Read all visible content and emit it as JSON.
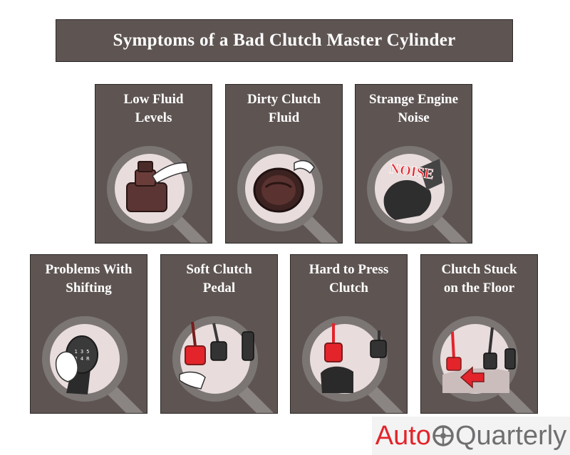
{
  "title": "Symptoms of a Bad Clutch Master Cylinder",
  "cards": [
    {
      "line1": "Low Fluid",
      "line2": "Levels",
      "icon": "fluid-reservoir-icon"
    },
    {
      "line1": "Dirty Clutch",
      "line2": "Fluid",
      "icon": "dirty-fluid-icon"
    },
    {
      "line1": "Strange Engine",
      "line2": "Noise",
      "icon": "engine-noise-icon",
      "overlay_text": "NOISE"
    },
    {
      "line1": "Problems With",
      "line2": "Shifting",
      "icon": "gear-shifter-icon",
      "knob": [
        "1 3 5",
        "2 4 R"
      ]
    },
    {
      "line1": "Soft Clutch",
      "line2": "Pedal",
      "icon": "soft-pedal-icon"
    },
    {
      "line1": "Hard to Press",
      "line2": "Clutch",
      "icon": "hard-pedal-icon"
    },
    {
      "line1": "Clutch Stuck",
      "line2": "on the Floor",
      "icon": "stuck-pedal-icon"
    }
  ],
  "logo": {
    "part1": "Auto",
    "part2": "Quarterly"
  },
  "colors": {
    "card": "#5e5553",
    "ring": "#7b7574",
    "lens": "#e8dcdc",
    "accent": "#e3242b"
  }
}
